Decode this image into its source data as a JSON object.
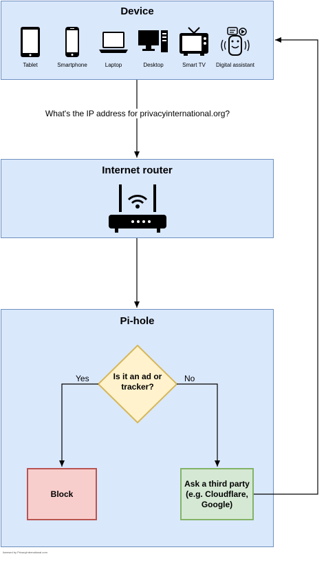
{
  "device_panel": {
    "title": "Device",
    "devices": [
      {
        "label": "Tablet",
        "icon": "tablet-icon"
      },
      {
        "label": "Smartphone",
        "icon": "smartphone-icon"
      },
      {
        "label": "Laptop",
        "icon": "laptop-icon"
      },
      {
        "label": "Desktop",
        "icon": "desktop-icon"
      },
      {
        "label": "Smart TV",
        "icon": "smart-tv-icon"
      },
      {
        "label": "Digital assistant",
        "icon": "digital-assistant-icon"
      }
    ]
  },
  "question": "What's the IP address for privacyinternational.org?",
  "router_panel": {
    "title": "Internet router",
    "icon": "wifi-router-icon"
  },
  "pihole_panel": {
    "title": "Pi-hole",
    "decision": "Is it an ad or tracker?",
    "yes_label": "Yes",
    "no_label": "No",
    "block_label": "Block",
    "third_party_label": "Ask a third party (e.g. Cloudflare, Google)"
  },
  "footer": "licensed by PrivacyInternational.com",
  "colors": {
    "panel_fill": "#dae8fc",
    "panel_stroke": "#6c8ebf",
    "decision_fill": "#fff2cc",
    "decision_stroke": "#d6b656",
    "block_fill": "#f8cecc",
    "block_stroke": "#b85450",
    "third_party_fill": "#d5e8d4",
    "third_party_stroke": "#82b366"
  }
}
